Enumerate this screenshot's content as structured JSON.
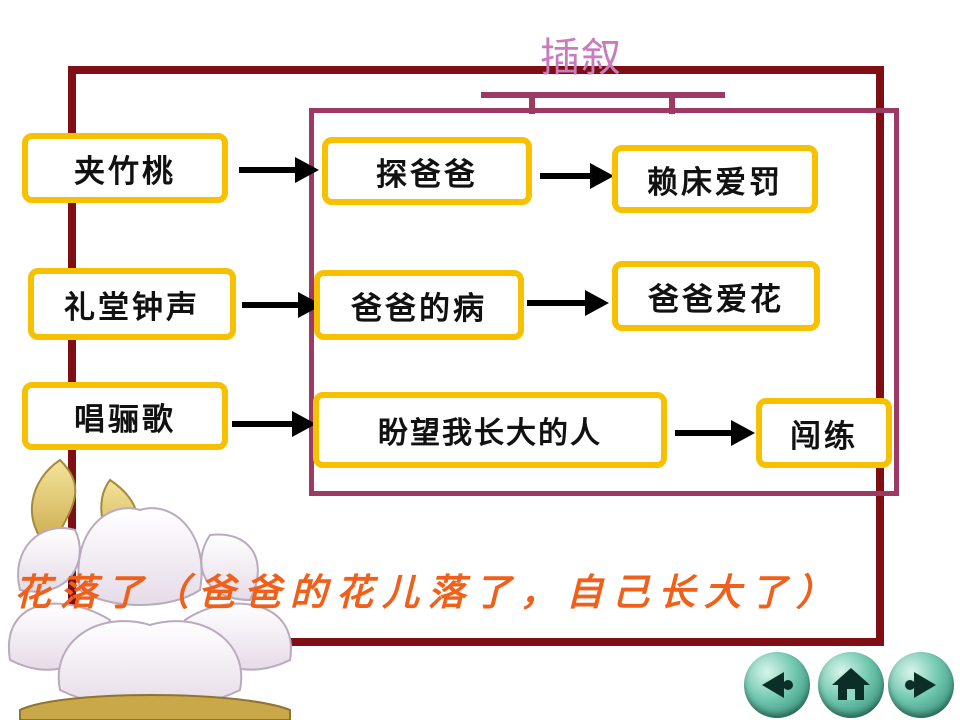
{
  "insert_label": "插叙",
  "rows": [
    {
      "left": "夹竹桃",
      "middle": "探爸爸",
      "right": "赖床爱罚"
    },
    {
      "left": "礼堂钟声",
      "middle": "爸爸的病",
      "right": "爸爸爱花"
    },
    {
      "left": "唱骊歌",
      "middle": "盼望我长大的人",
      "right": "闯练"
    }
  ],
  "summary": "花落了（爸爸的花儿落了，自己长大了）",
  "colors": {
    "outer_frame": "#7f0f14",
    "inner_frame": "#9c3a63",
    "node_border": "#f6c100",
    "summary_text": "#f0601a",
    "insert_label": "#c97bbd"
  },
  "nav_buttons": [
    "previous-icon",
    "home-icon",
    "next-icon"
  ]
}
